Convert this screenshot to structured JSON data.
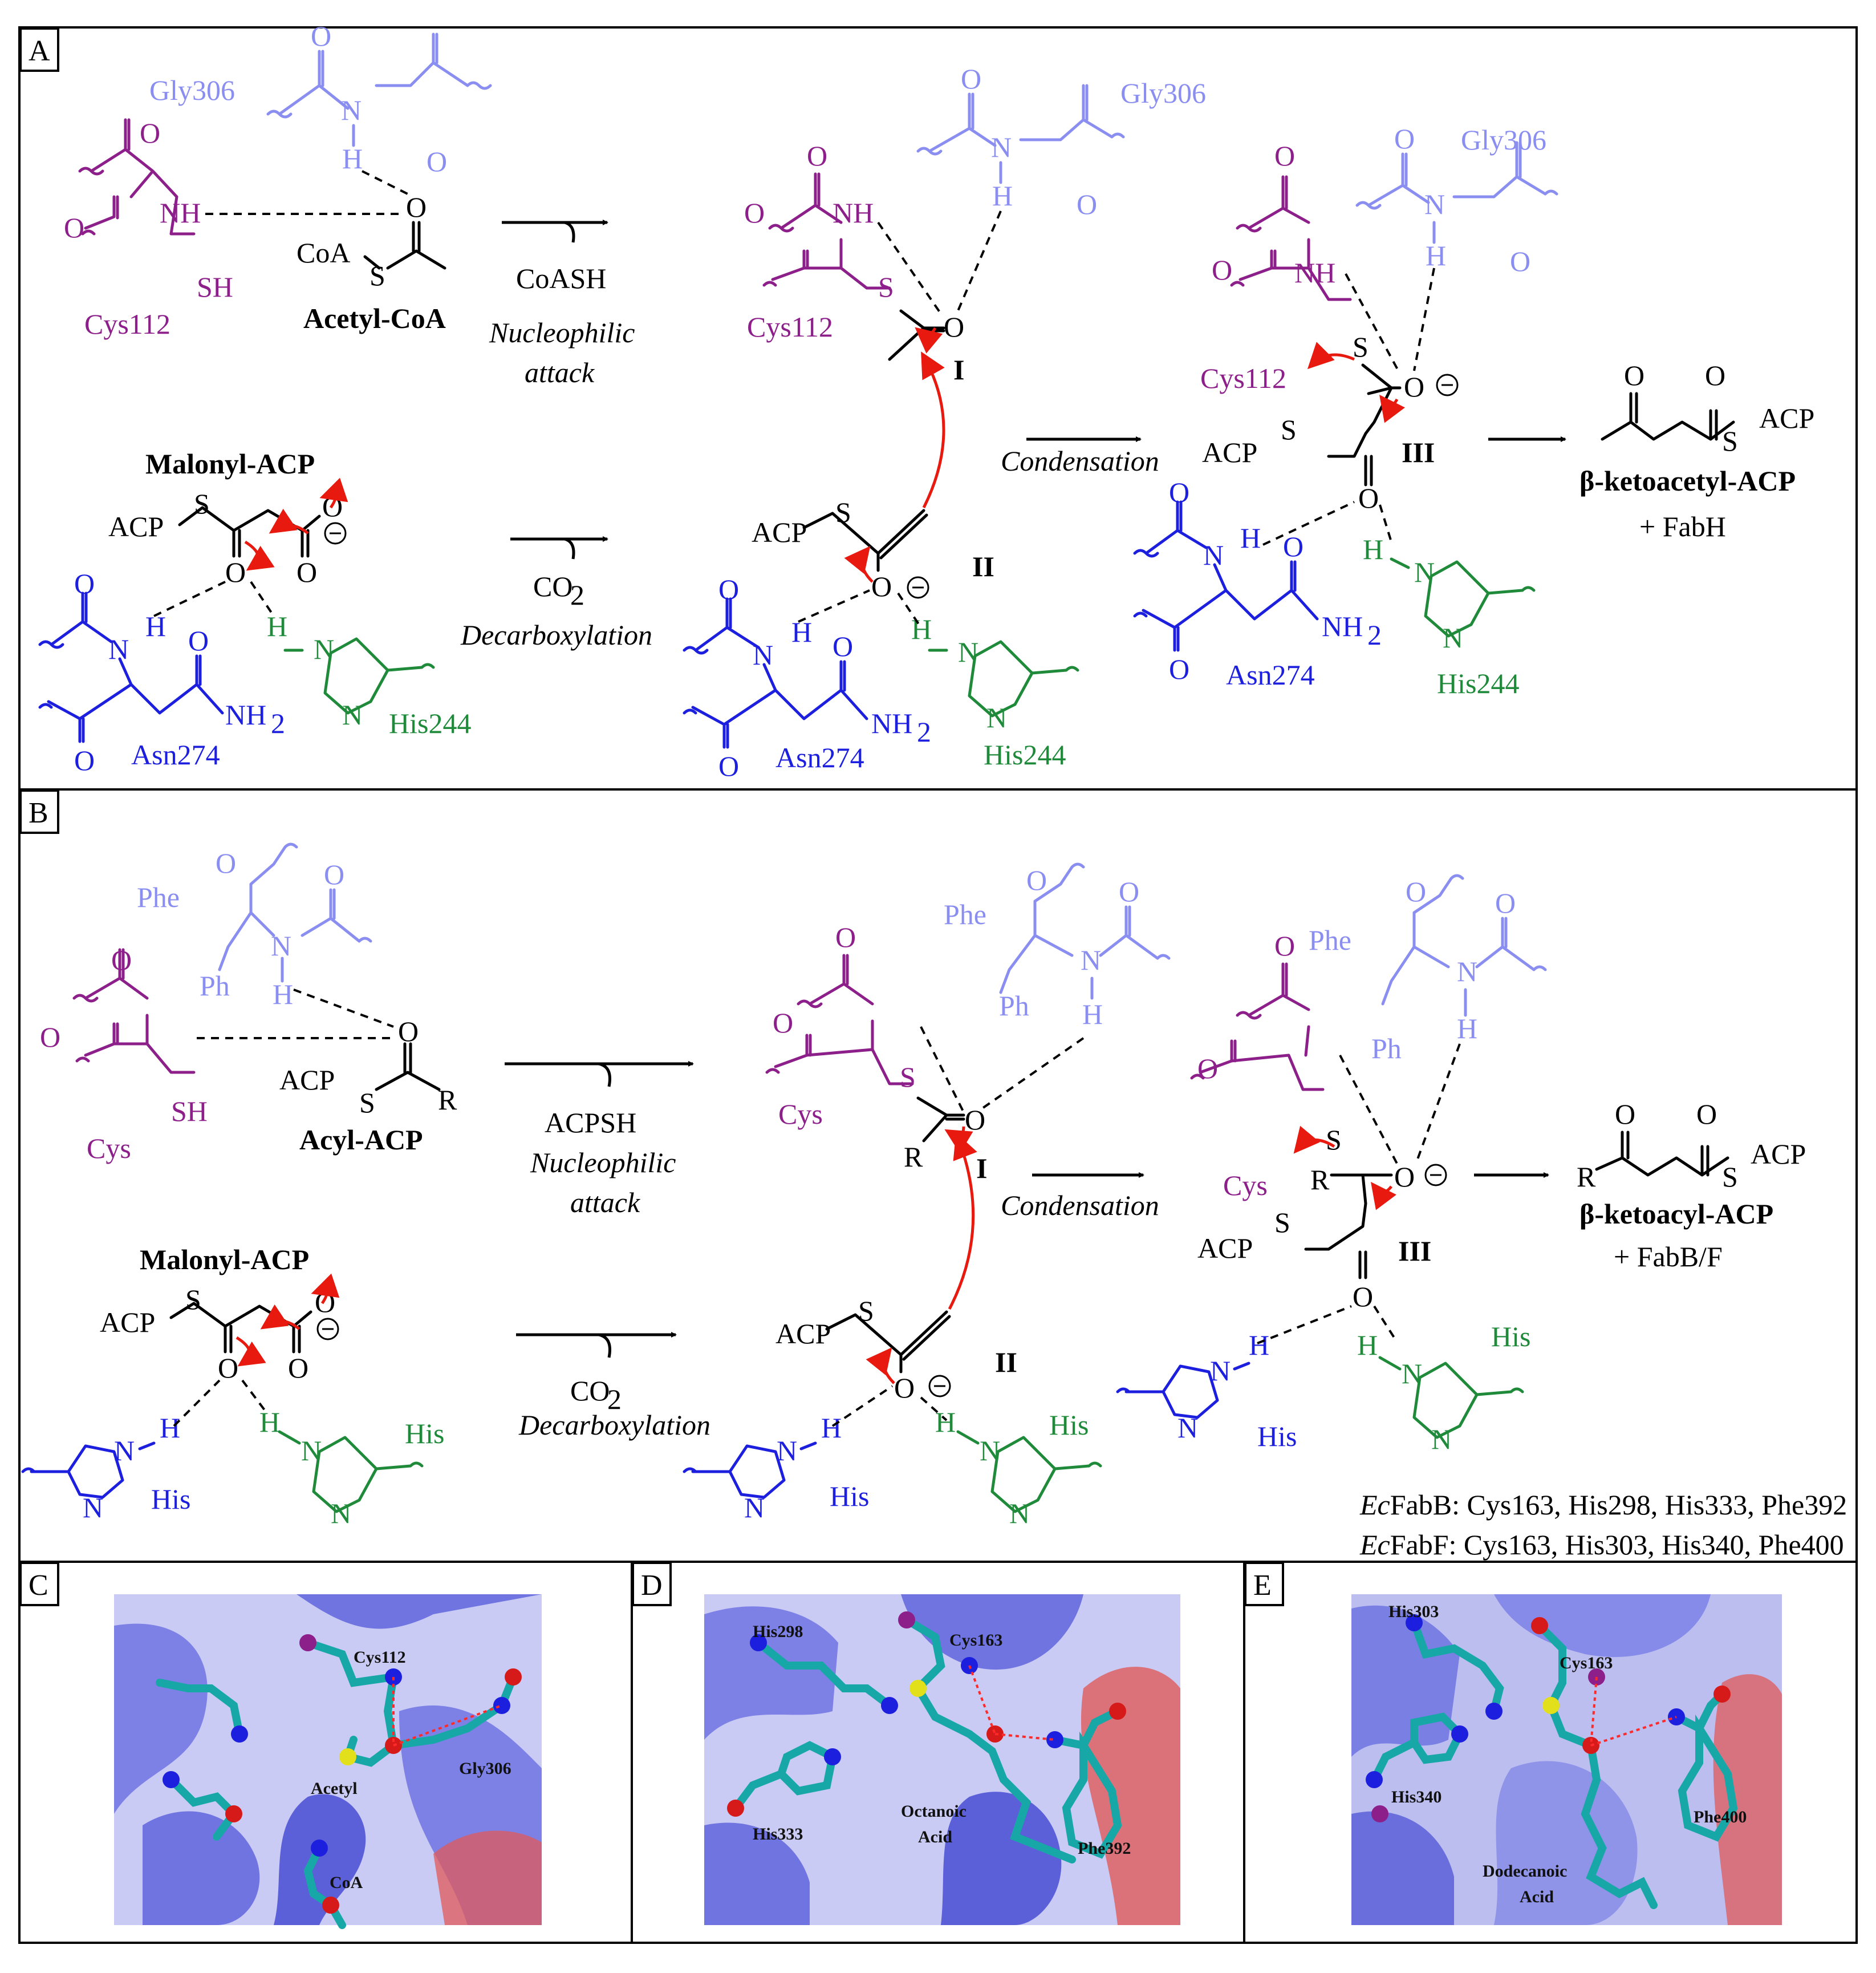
{
  "colors": {
    "cys": "#8c1f8a",
    "backbone": "#8a8ef0",
    "asn_his_blue": "#1d1fde",
    "his_green": "#1f8a3a",
    "arrow_red": "#e8190e",
    "black": "#000000",
    "protein_ribbon": "#6f74e0",
    "helix_red": "#e05a5a"
  },
  "panel_a": {
    "label": "A",
    "gly306": "Gly306",
    "cys112": "Cys112",
    "acetyl_coa": "Acetyl-CoA",
    "coa": "CoA",
    "s": "S",
    "sh": "SH",
    "nh": "NH",
    "o": "O",
    "n": "N",
    "h": "H",
    "coash": "CoASH",
    "nucleophilic": "Nucleophilic",
    "attack": "attack",
    "malonyl_acp": "Malonyl-ACP",
    "acp": "ACP",
    "co2": "CO",
    "co2_sub": "2",
    "decarboxylation": "Decarboxylation",
    "condensation": "Condensation",
    "asn274": "Asn274",
    "his244": "His244",
    "nh2": "NH",
    "nh2_sub": "2",
    "intermediate_1": "I",
    "intermediate_2": "II",
    "intermediate_3": "III",
    "product": "β-ketoacetyl-ACP",
    "product_note": "+ FabH"
  },
  "panel_b": {
    "label": "B",
    "phe": "Phe",
    "ph": "Ph",
    "cys": "Cys",
    "acyl_acp": "Acyl-ACP",
    "acp": "ACP",
    "r": "R",
    "acpsh": "ACPSH",
    "nucleophilic": "Nucleophilic",
    "attack": "attack",
    "malonyl_acp": "Malonyl-ACP",
    "co2": "CO",
    "co2_sub": "2",
    "decarboxylation": "Decarboxylation",
    "condensation": "Condensation",
    "his": "His",
    "intermediate_1": "I",
    "intermediate_2": "II",
    "intermediate_3": "III",
    "product": "β-ketoacyl-ACP",
    "product_note": "+ FabB/F",
    "fabb_prefix": "Ec",
    "fabb_text": "FabB: Cys163, His298, His333, Phe392",
    "fabf_prefix": "Ec",
    "fabf_text": "FabF: Cys163, His303, His340, Phe400"
  },
  "panel_c": {
    "label": "C",
    "cys112": "Cys112",
    "acetyl": "Acetyl",
    "gly306": "Gly306",
    "coa": "CoA"
  },
  "panel_d": {
    "label": "D",
    "his298": "His298",
    "cys163": "Cys163",
    "his333": "His333",
    "octanoic_1": "Octanoic",
    "octanoic_2": "Acid",
    "phe392": "Phe392"
  },
  "panel_e": {
    "label": "E",
    "his303": "His303",
    "cys163": "Cys163",
    "his340": "His340",
    "phe400": "Phe400",
    "dodecanoic_1": "Dodecanoic",
    "dodecanoic_2": "Acid"
  }
}
